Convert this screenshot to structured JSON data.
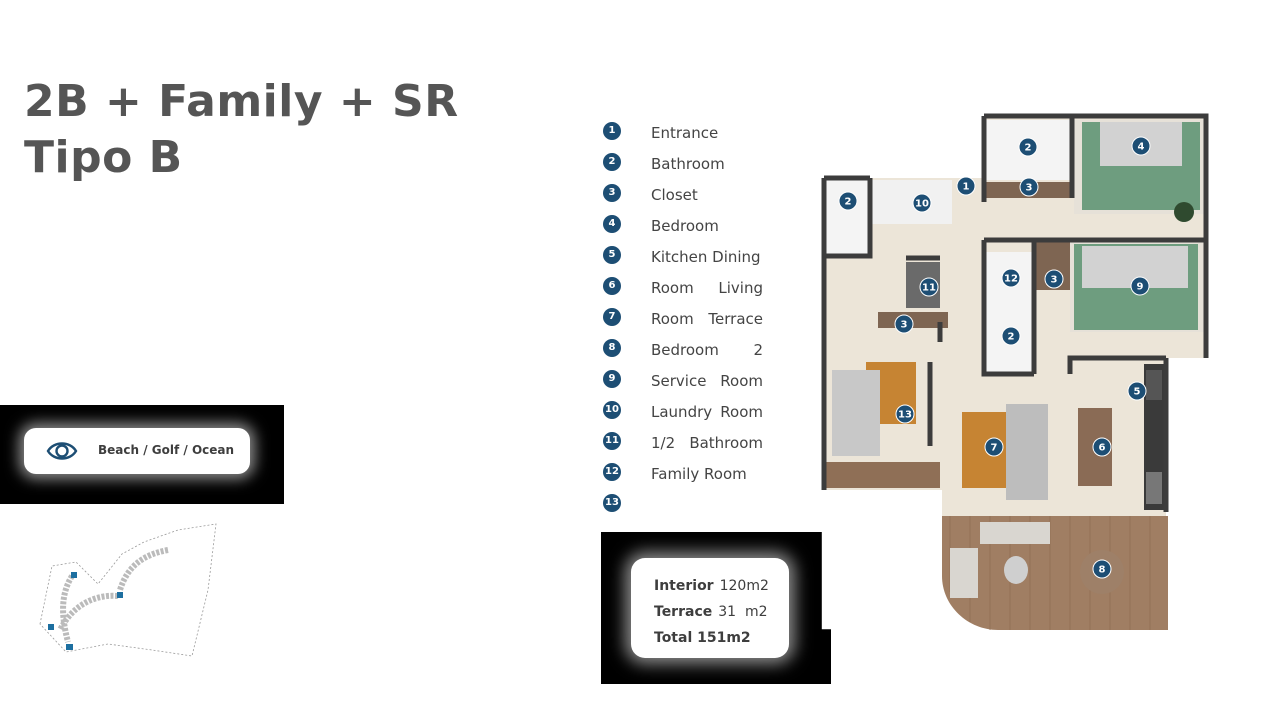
{
  "title": {
    "line1": "2B + Family + SR",
    "line2": "Tipo B"
  },
  "view": {
    "icon": "eye-icon",
    "label": "Beach / Golf / Ocean"
  },
  "legend": [
    {
      "num": "1",
      "words": [
        "Entrance"
      ]
    },
    {
      "num": "2",
      "words": [
        "Bathroom"
      ]
    },
    {
      "num": "3",
      "words": [
        "Closet"
      ]
    },
    {
      "num": "4",
      "words": [
        "Bedroom"
      ]
    },
    {
      "num": "5",
      "words": [
        "Kitchen Dining"
      ]
    },
    {
      "num": "6",
      "words": [
        "Room",
        "Living"
      ]
    },
    {
      "num": "7",
      "words": [
        "Room",
        "Terrace"
      ]
    },
    {
      "num": "8",
      "words": [
        "Bedroom",
        "2"
      ]
    },
    {
      "num": "9",
      "words": [
        "Service",
        "Room"
      ]
    },
    {
      "num": "10",
      "words": [
        "Laundry",
        "Room"
      ]
    },
    {
      "num": "11",
      "words": [
        "1/2",
        "Bathroom"
      ]
    },
    {
      "num": "12",
      "words": [
        "Family Room"
      ]
    },
    {
      "num": "13",
      "words": []
    }
  ],
  "areas": {
    "interior_label": "Interior",
    "interior_value": "120m2",
    "terrace_label": "Terrace",
    "terrace_value": "31  m2",
    "total_label": "Total 151m2"
  },
  "plan_markers": [
    "1",
    "2",
    "2",
    "2",
    "3",
    "3",
    "3",
    "4",
    "5",
    "6",
    "7",
    "8",
    "9",
    "10",
    "11",
    "12",
    "13"
  ],
  "colors": {
    "marker": "#1d4e74",
    "title": "#555555",
    "panel": "#000000"
  }
}
